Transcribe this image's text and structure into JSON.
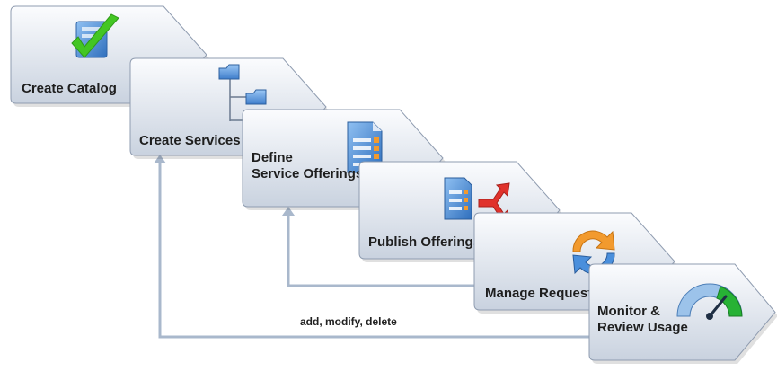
{
  "colors": {
    "panel_top": "#fbfcfe",
    "panel_bottom": "#c9d2df",
    "panel_border": "#8f9cb0",
    "connector": "#a9b8cc",
    "check": "#43c623",
    "doc_blue": "#3d7fcc",
    "orange": "#f29a2e",
    "red": "#e0322c",
    "gauge_green": "#27b235"
  },
  "steps": [
    {
      "id": "create-catalog",
      "lines": [
        "Create Catalog"
      ],
      "icon": "catalog-check-icon"
    },
    {
      "id": "create-services",
      "lines": [
        "Create Services"
      ],
      "icon": "folder-tree-icon"
    },
    {
      "id": "define-offerings",
      "lines": [
        "Define",
        "Service Offerings"
      ],
      "icon": "document-icon"
    },
    {
      "id": "publish-offerings",
      "lines": [
        "Publish Offerings"
      ],
      "icon": "publish-icon"
    },
    {
      "id": "manage-requests",
      "lines": [
        "Manage Requests"
      ],
      "icon": "refresh-icon"
    },
    {
      "id": "monitor-usage",
      "lines": [
        "Monitor &",
        "Review Usage"
      ],
      "icon": "gauge-icon"
    }
  ],
  "feedback_label": "add, modify, delete"
}
